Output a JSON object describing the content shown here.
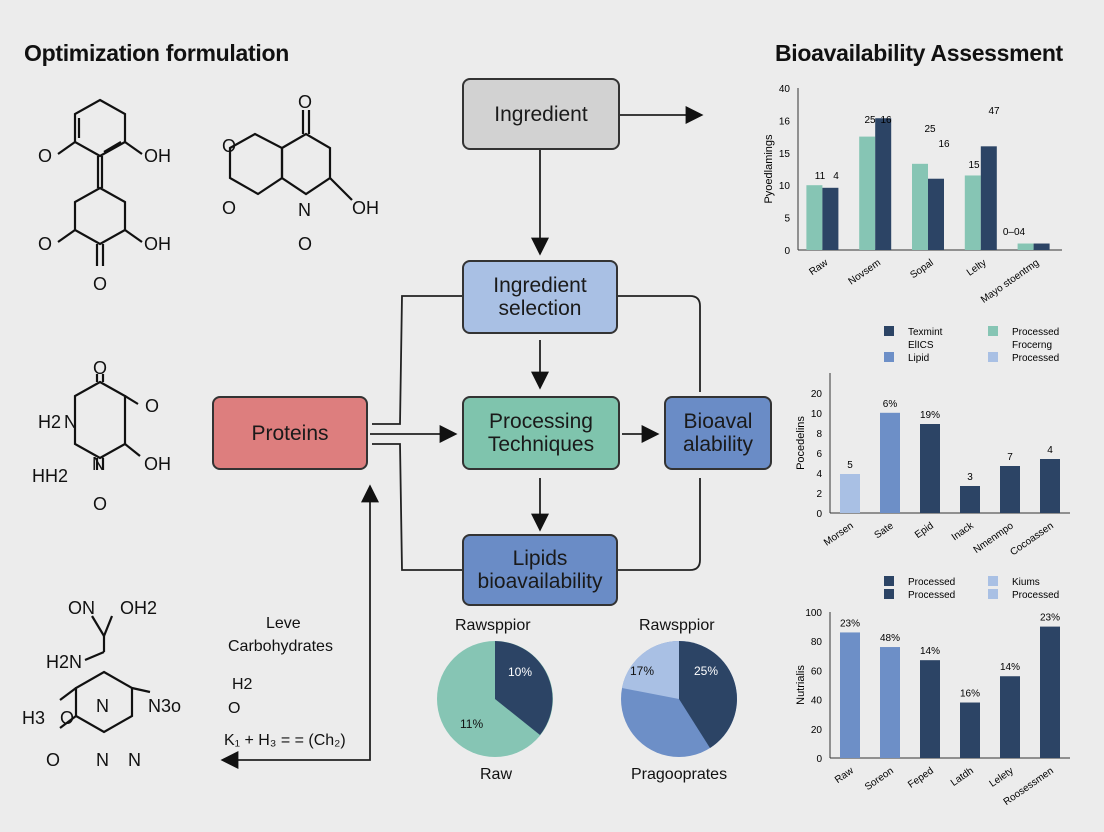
{
  "left_title": "Optimization formulation",
  "right_title": "Bioavailability Assessment",
  "molecules": {
    "m1": [
      "O",
      "OH",
      "O",
      "OH",
      "O"
    ],
    "m2": [
      "O",
      "O",
      "O",
      "N",
      "OH",
      "O"
    ],
    "m3": [
      "O",
      "O",
      "H2",
      "N",
      "OH",
      "HH2",
      "N",
      "O"
    ],
    "m4": [
      "O",
      "N",
      "OH2",
      "H2N",
      "H3",
      "O",
      "N",
      "N",
      "N3o",
      "O",
      "N"
    ]
  },
  "carb_label": [
    "Leve",
    "Carbohydrates"
  ],
  "carb_formula": {
    "a": "H2",
    "b": "O",
    "c": "K₁ + H₃ = = (Ch₂)"
  },
  "flow": {
    "ingredient": "Ingredient",
    "selection": [
      "Ingredient",
      "selection"
    ],
    "proteins": "Proteins",
    "processing": [
      "Processing",
      "Techniques"
    ],
    "bioaval": [
      "Bioaval",
      "alability"
    ],
    "lipids": [
      "Lipids",
      "bioavailability"
    ]
  },
  "colors": {
    "dark": "#2c4465",
    "teal": "#86c5b4",
    "blue": "#6d8fc7",
    "light": "#a9c0e4",
    "gray": "#d0d0d0",
    "protein": "#dd7e7e",
    "select": "#a9c0e4",
    "proc": "#7fc4ad"
  },
  "pies": [
    {
      "title": "Rawsppior",
      "caption": "Raw",
      "labels": [
        "10%",
        "11%"
      ]
    },
    {
      "title": "Rawsppior",
      "caption": "Pragooprates",
      "labels": [
        "17%",
        "25%"
      ]
    }
  ],
  "chart_data": [
    {
      "type": "bar",
      "ylabel": "Pyoedlamings",
      "yticks": [
        "0",
        "5",
        "10",
        "15",
        "16",
        "40"
      ],
      "categories": [
        "Raw",
        "Novsem",
        "Sopal",
        "Lelty",
        "Mayo stoentmg"
      ],
      "series": [
        {
          "color": "teal",
          "values": [
            10,
            15.5,
            13.3,
            11.5,
            1
          ]
        },
        {
          "color": "dark",
          "values": [
            9.6,
            17.6,
            11,
            15.2,
            1
          ]
        }
      ],
      "labels": [
        "11",
        "4",
        "25",
        "16",
        "25",
        "16",
        "15",
        "47",
        "0–04"
      ]
    },
    {
      "type": "bar",
      "ylabel": "Pocedelins",
      "yticks": [
        "0",
        "2",
        "4",
        "6",
        "8",
        "10",
        "20"
      ],
      "legend": [
        {
          "text": "Texmint",
          "color": "dark"
        },
        {
          "text": "Processed",
          "color": "teal"
        },
        {
          "text": "ElICS",
          "color": "none"
        },
        {
          "text": "Frocerng",
          "color": "none"
        },
        {
          "text": "Lipid",
          "color": "blue"
        },
        {
          "text": "Processed",
          "color": "light"
        }
      ],
      "categories": [
        "Morsen",
        "Sate",
        "Epid",
        "Inack",
        "Nmenmpo",
        "Cocoassen"
      ],
      "values": [
        3.9,
        10.1,
        8.9,
        2.7,
        4.7,
        5.4
      ],
      "bar_colors": [
        "light",
        "blue",
        "dark",
        "dark",
        "dark",
        "dark"
      ],
      "labels": [
        "5",
        "6%",
        "19%",
        "3",
        "7",
        "4"
      ]
    },
    {
      "type": "bar",
      "ylabel": "Nutrialis",
      "yticks": [
        "0",
        "20",
        "40",
        "60",
        "80",
        "100"
      ],
      "legend": [
        {
          "text": "Processed",
          "color": "dark"
        },
        {
          "text": "Kiums",
          "color": "light"
        },
        {
          "text": "Processed",
          "color": "dark"
        },
        {
          "text": "Processed",
          "color": "light"
        }
      ],
      "categories": [
        "Raw",
        "Soreon",
        "Feped",
        "Latdh",
        "Lelety",
        "Roosessmen"
      ],
      "values": [
        86,
        76,
        67,
        38,
        56,
        90
      ],
      "bar_colors": [
        "blue",
        "blue",
        "dark",
        "dark",
        "dark",
        "dark"
      ],
      "labels": [
        "23%",
        "48%",
        "14%",
        "16%",
        "14%",
        "23%"
      ]
    }
  ]
}
